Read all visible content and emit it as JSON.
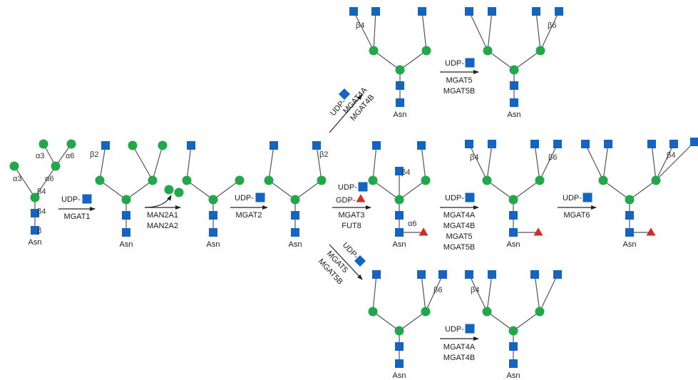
{
  "colors": {
    "glcnac": "#1565c0",
    "mannose": "#22a84a",
    "fucose": "#d42a2a",
    "line": "#555555",
    "arrow": "#222222"
  },
  "labels": {
    "asn": "Asn",
    "udp": "UDP-",
    "gdp": "GDP-",
    "alpha3": "α3",
    "alpha6": "α6",
    "beta2": "β2",
    "beta4": "β4",
    "beta6": "β6",
    "beta": "β"
  },
  "enzymes": {
    "mgat1": "MGAT1",
    "man2a1": "MAN2A1",
    "man2a2": "MAN2A2",
    "mgat2": "MGAT2",
    "mgat3": "MGAT3",
    "fut8": "FUT8",
    "mgat4a": "MGAT4A",
    "mgat4b": "MGAT4B",
    "mgat5": "MGAT5",
    "mgat5b": "MGAT5B",
    "mgat6": "MGAT6"
  },
  "icons": {
    "glcnac": "blue-square-icon",
    "mannose": "green-circle-icon",
    "fucose": "red-triangle-icon",
    "udp_glcnac": "udp-glcnac-icon",
    "gdp_fucose": "gdp-fucose-icon"
  }
}
